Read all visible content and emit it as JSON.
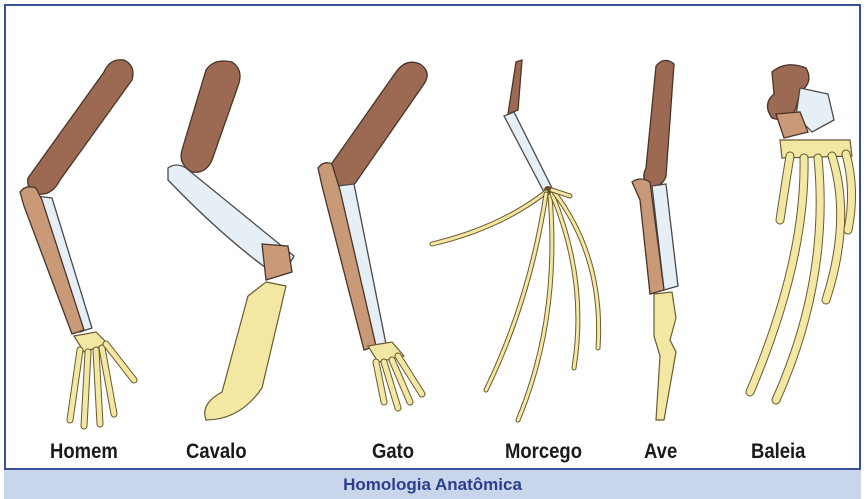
{
  "figure": {
    "caption": "Homologia Anatômica",
    "labels": {
      "homem": "Homem",
      "cavalo": "Cavalo",
      "gato": "Gato",
      "morcego": "Morcego",
      "ave": "Ave",
      "baleia": "Baleia"
    }
  },
  "colors": {
    "border": "#3a4f98",
    "caption_bar": "#c9d5eb",
    "caption_text": "#2b3f8f",
    "humerus": "#9c6a52",
    "radius": "#c89a78",
    "ulna": "#e6eef6",
    "digits": "#f3e8a3",
    "outline": "#5a4a3a"
  }
}
